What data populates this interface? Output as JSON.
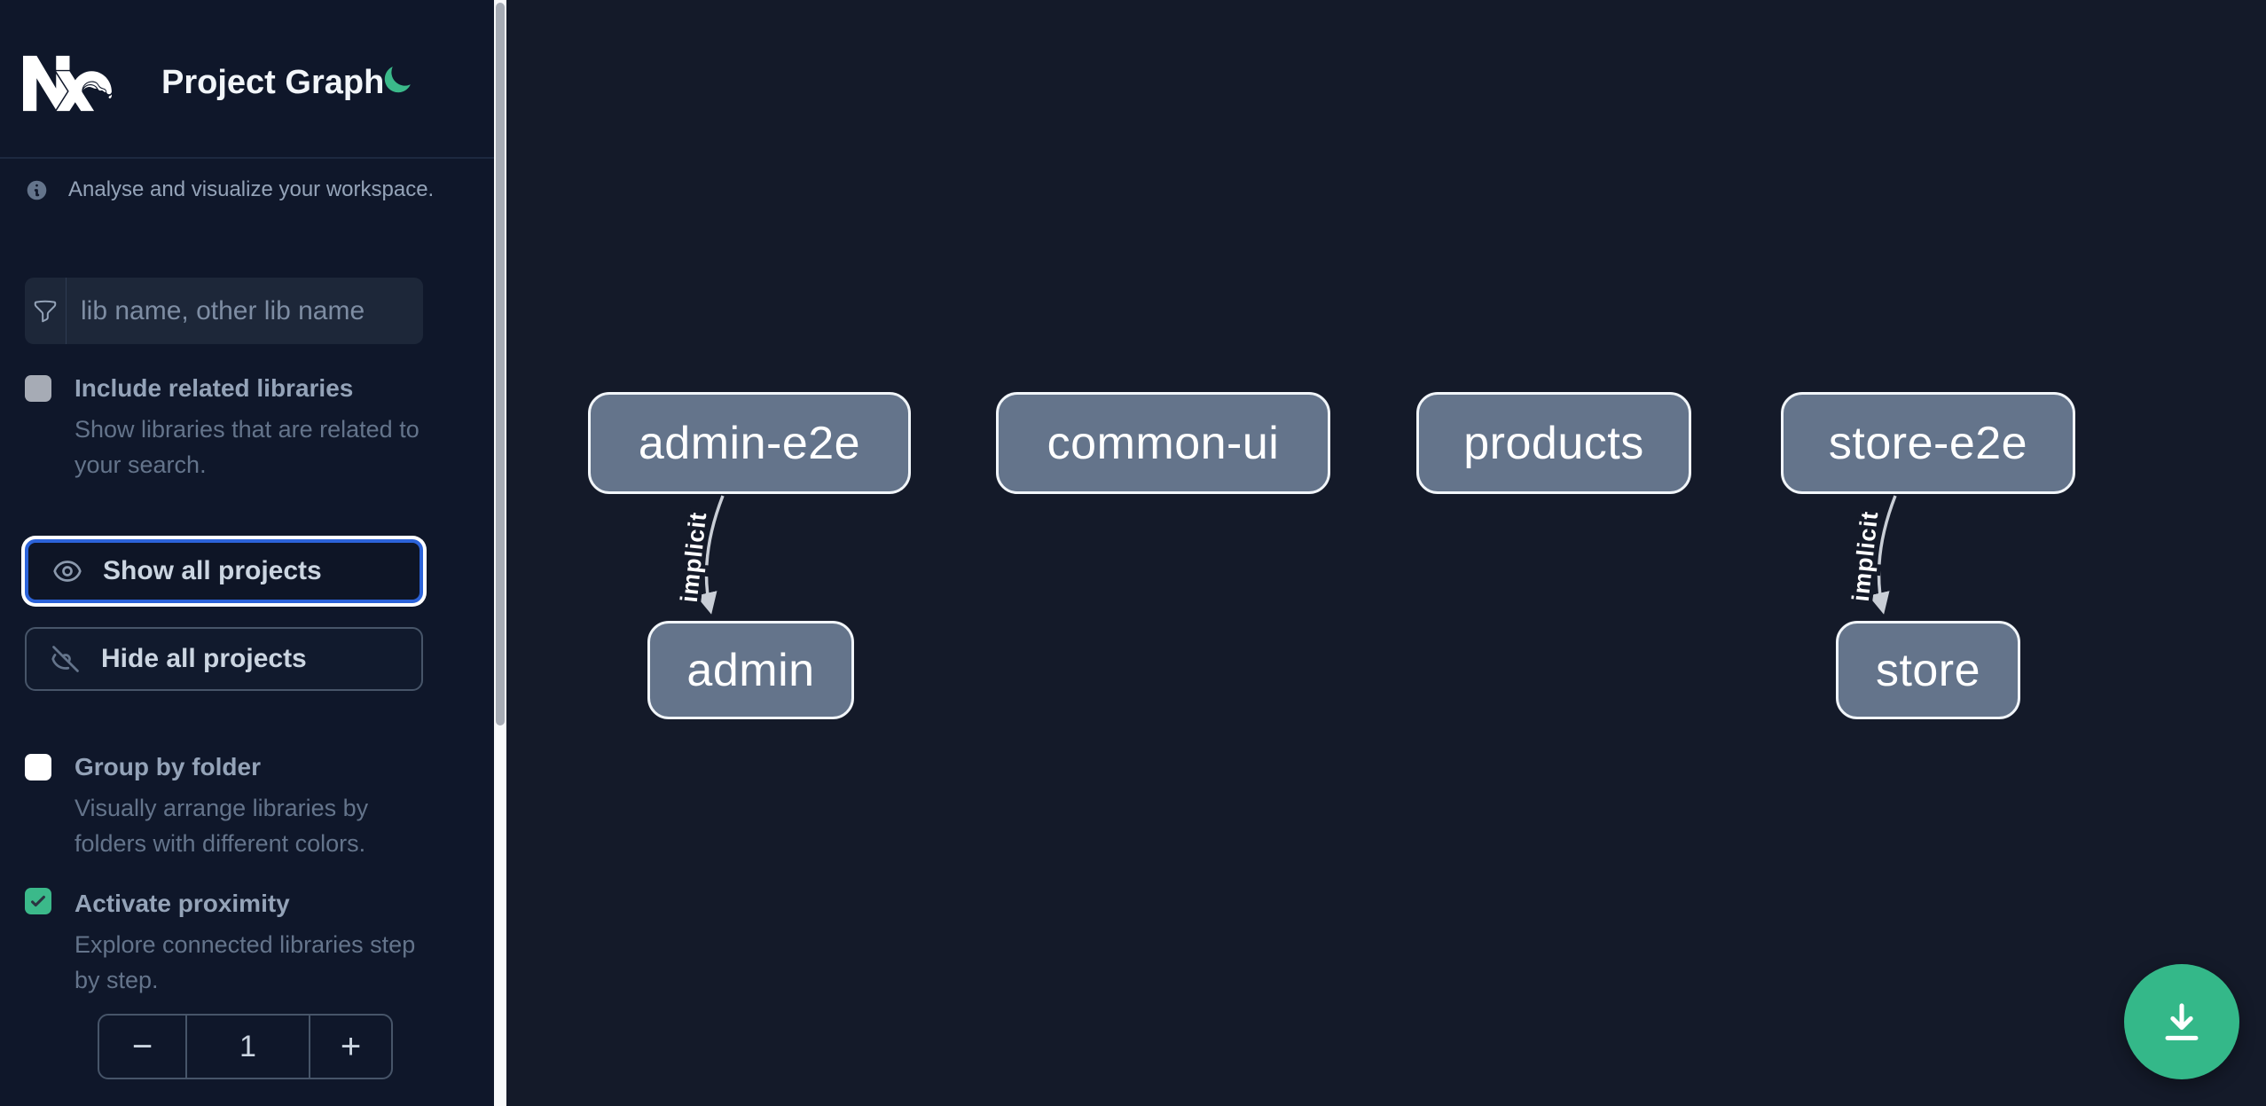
{
  "header": {
    "title": "Project Graph",
    "theme_toggle_icon": "moon-icon",
    "logo_icon": "nx-logo"
  },
  "sidebar": {
    "info_text": "Analyse and visualize your workspace.",
    "search": {
      "placeholder": "lib name, other lib name",
      "value": "",
      "icon": "funnel-icon"
    },
    "include_related": {
      "label": "Include related libraries",
      "desc": [
        "Show libraries that are related to",
        "your search."
      ],
      "checked": false,
      "disabled": true
    },
    "buttons": {
      "show_all": "Show all projects",
      "hide_all": "Hide all projects",
      "show_icon": "eye-icon",
      "hide_icon": "eye-off-icon"
    },
    "group_by_folder": {
      "label": "Group by folder",
      "desc": [
        "Visually arrange libraries by",
        "folders with different colors."
      ],
      "checked": false
    },
    "activate_proximity": {
      "label": "Activate proximity",
      "desc": [
        "Explore connected libraries step",
        "by step."
      ],
      "checked": true
    },
    "stepper": {
      "decrement": "−",
      "value": "1",
      "increment": "+"
    }
  },
  "graph": {
    "nodes": [
      {
        "label": "admin-e2e"
      },
      {
        "label": "common-ui"
      },
      {
        "label": "products"
      },
      {
        "label": "store-e2e"
      },
      {
        "label": "admin"
      },
      {
        "label": "store"
      }
    ],
    "edges": [
      {
        "from": "admin-e2e",
        "to": "admin",
        "label": "implicit"
      },
      {
        "from": "store-e2e",
        "to": "store",
        "label": "implicit"
      }
    ]
  },
  "fab": {
    "icon": "download-icon"
  },
  "colors": {
    "accent_green": "#34b889",
    "focus_blue": "#2c63d9",
    "node_fill": "#64748b",
    "sidebar_bg": "#0f172a",
    "canvas_bg": "#141a29"
  }
}
